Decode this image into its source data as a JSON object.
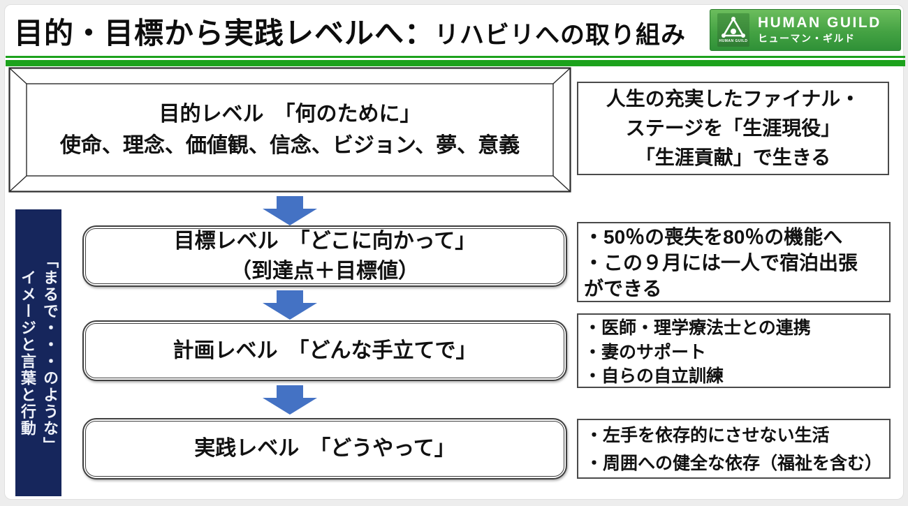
{
  "header": {
    "title_main": "目的・目標から実践レベルへ：",
    "title_sub": "リハビリへの取り組み",
    "logo": {
      "name_en": "HUMAN GUILD",
      "name_ja": "ヒューマン・ギルド",
      "emblem_caption": "HUMAN GUILD",
      "bg_green": "#44a243"
    }
  },
  "colors": {
    "underline_green": "#1ca21c",
    "arrow_blue": "#4472c4",
    "sidebar_navy": "#16265c",
    "box_border": "#3f3f3f"
  },
  "sidebar": {
    "vertical_label": "「まるで・・・のような」\nイメージと言葉と行動"
  },
  "flow": {
    "purpose_box": "目的レベル　「何のために」\n使命、理念、価値観、信念、ビジョン、夢、意義",
    "goal_box": "目標レベル　「どこに向かって」\n（到達点＋目標値）",
    "plan_box": "計画レベル　「どんな手立てで」",
    "practice_box": "実践レベル　「どうやって」"
  },
  "notes": {
    "purpose": "人生の充実したファイナル・\nステージを「生涯現役」\n「生涯貢献」で生きる",
    "goal": "・50％の喪失を80％の機能へ\n・この９月には一人で宿泊出張\nができる",
    "plan": "・医師・理学療法士との連携\n・妻のサポート\n・自らの自立訓練",
    "practice": "・左手を依存的にさせない生活\n・周囲への健全な依存（福祉を含む）"
  }
}
